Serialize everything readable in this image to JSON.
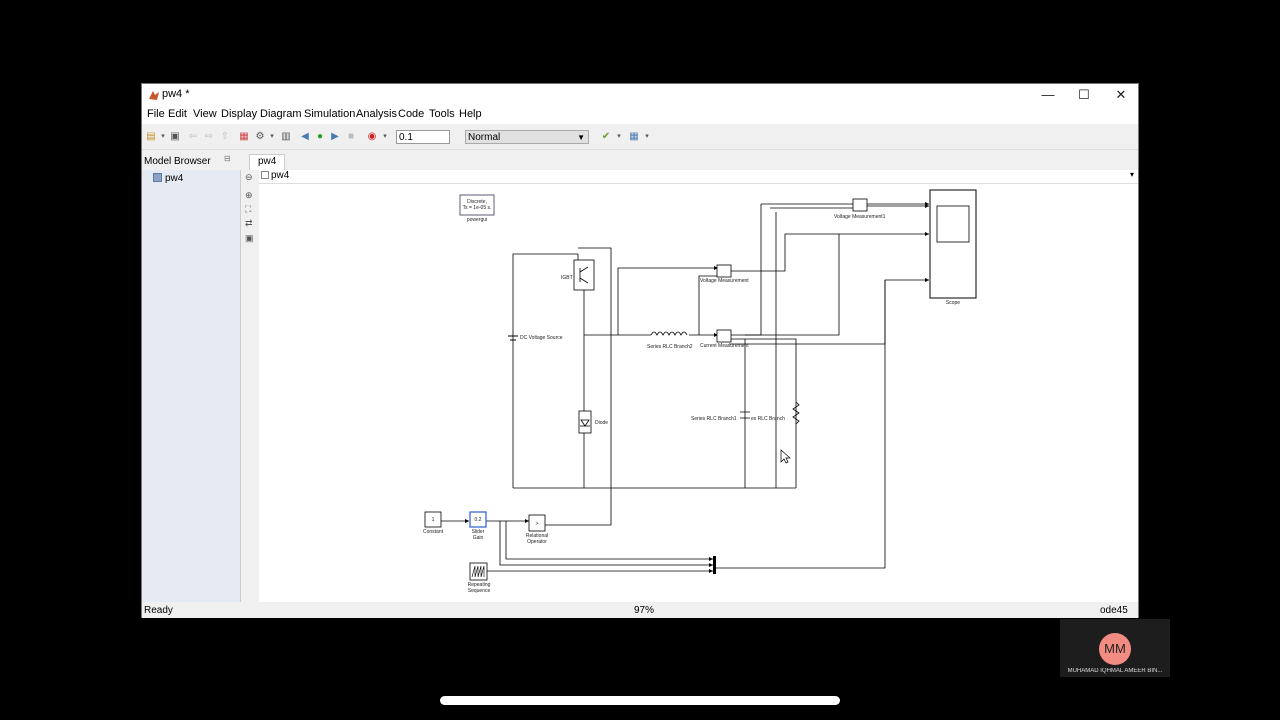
{
  "window": {
    "title": "pw4 *",
    "controls": {
      "minimize": "—",
      "maximize": "☐",
      "close": "✕"
    }
  },
  "menu": {
    "items": [
      "File",
      "Edit",
      "View",
      "Display",
      "Diagram",
      "Simulation",
      "Analysis",
      "Code",
      "Tools",
      "Help"
    ]
  },
  "toolbar": {
    "stop_time": "0.1",
    "sim_mode": "Normal"
  },
  "model_browser": {
    "title": "Model Browser",
    "tree_item": "pw4"
  },
  "editor": {
    "tab": "pw4",
    "breadcrumb": "pw4"
  },
  "diagram": {
    "blocks": {
      "powergui": {
        "text": "Discrete,\nTs = 1e-05 s.",
        "label": "powergui"
      },
      "igbt": "IGBT",
      "dc_source": "DC Voltage Source",
      "diode": "Diode",
      "rlc2": "Series RLC Branch2",
      "voltage_meas": "Voltage Measurement",
      "current_meas": "Current Measurement",
      "voltage_meas1": "Voltage Measurement1",
      "scope": "Scope",
      "rlc1": "Series RLC Branch1",
      "rlc": "es RLC Branch",
      "constant": {
        "value": "1",
        "label": "Constant"
      },
      "gain": {
        "value": "0.2",
        "label": [
          "Slider",
          "Gain"
        ]
      },
      "relop": {
        "value": ">",
        "label": [
          "Relational",
          "Operator"
        ]
      },
      "repseq": {
        "label": [
          "Repeating",
          "Sequence"
        ]
      }
    }
  },
  "status": {
    "left": "Ready",
    "zoom": "97%",
    "solver": "ode45"
  },
  "participant": {
    "initials": "MM",
    "name": "MUHAMAD IQHMAL AMEER BIN..."
  }
}
